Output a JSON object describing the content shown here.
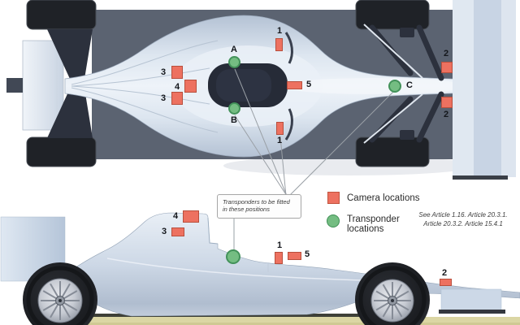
{
  "diagram": {
    "note": {
      "line1": "Transponders to be fitted",
      "line2": "in these positions"
    },
    "legend": {
      "camera": {
        "label": "Camera locations",
        "color": "#ed7160"
      },
      "transponder": {
        "line1": "Transponder",
        "line2": "locations",
        "color": "#74bd82"
      }
    },
    "references": {
      "line1": "See Article 1.16. Article 20.3.1.",
      "line2": "Article 20.3.2. Article 15.4.1"
    },
    "top_view": {
      "cameras": [
        {
          "label": "3"
        },
        {
          "label": "4"
        },
        {
          "label": "3"
        },
        {
          "label": "1"
        },
        {
          "label": "1"
        },
        {
          "label": "5"
        },
        {
          "label": "2"
        },
        {
          "label": "2"
        }
      ],
      "transponders": [
        {
          "label": "A"
        },
        {
          "label": "B"
        },
        {
          "label": "C"
        }
      ]
    },
    "side_view": {
      "cameras": [
        {
          "label": "4"
        },
        {
          "label": "3"
        },
        {
          "label": "1"
        },
        {
          "label": "5"
        },
        {
          "label": "2"
        }
      ]
    }
  }
}
